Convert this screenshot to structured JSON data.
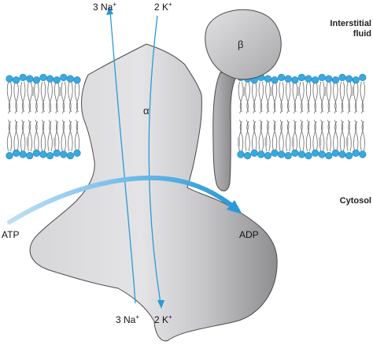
{
  "labels": {
    "na_top": "3 Na",
    "k_top": "2 K",
    "na_bottom": "3 Na",
    "k_bottom": "2 K",
    "plus": "+",
    "beta": "β",
    "alpha": "α",
    "atp": "ATP",
    "adp": "ADP"
  },
  "regions": {
    "interstitial_line1": "Interstitial",
    "interstitial_line2": "fluid",
    "cytosol": "Cytosol"
  },
  "colors": {
    "head": "#39a9e0",
    "protein": "#d9d9dc",
    "protein_dark": "#8f8f92",
    "arrow": "#2a9ad6",
    "tail": "#6a6a6a"
  }
}
